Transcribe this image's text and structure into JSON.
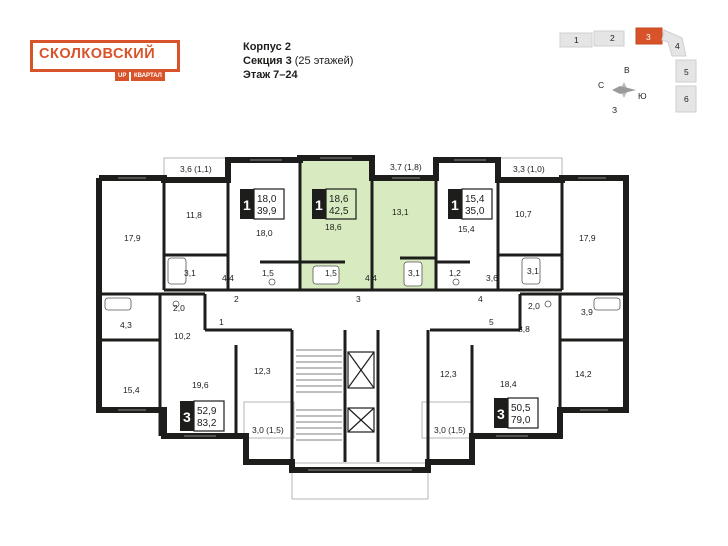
{
  "logo": {
    "main": "СКОЛКОВСКИЙ",
    "up": "UP",
    "kvartal": "КВАРТАЛ"
  },
  "header": {
    "korpus": "Корпус 2",
    "sekciya": "Секция 3",
    "floors_note": "(25 этажей)",
    "floor": "Этаж 7–24"
  },
  "minimap": {
    "sections": [
      "1",
      "2",
      "3",
      "4",
      "5",
      "6"
    ],
    "highlight": "3",
    "compass": {
      "n": "В",
      "s": "З",
      "w": "С",
      "e": "Ю"
    }
  },
  "apartments": [
    {
      "rooms": "1",
      "living": "18,0",
      "total": "39,9"
    },
    {
      "rooms": "1",
      "living": "18,6",
      "total": "42,5"
    },
    {
      "rooms": "1",
      "living": "15,4",
      "total": "35,0"
    },
    {
      "rooms": "3",
      "living": "52,9",
      "total": "83,2"
    },
    {
      "rooms": "3",
      "living": "50,5",
      "total": "79,0"
    }
  ],
  "rooms": [
    "3,6 (1,1)",
    "3,7 (1,8)",
    "3,3 (1,0)",
    "17,9",
    "11,8",
    "18,0",
    "18,6",
    "13,1",
    "15,4",
    "10,7",
    "17,9",
    "3,1",
    "4,4",
    "1,5",
    "1,5",
    "4,4",
    "3,1",
    "1,2",
    "3,6",
    "3,1",
    "2",
    "3",
    "4",
    "2,0",
    "2,0",
    "1",
    "5",
    "4,3",
    "10,2",
    "3,9",
    "8,8",
    "15,4",
    "19,6",
    "12,3",
    "12,3",
    "18,4",
    "14,2",
    "3,0 (1,5)",
    "3,0 (1,5)"
  ],
  "colors": {
    "brand": "#d9532a",
    "highlight_fill": "#d8ebc0",
    "wall": "#1d1d1b",
    "badge": "#1d1d1b"
  }
}
